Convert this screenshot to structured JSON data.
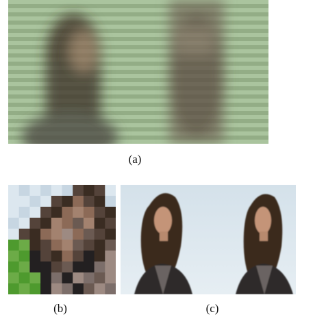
{
  "figure": {
    "captions": {
      "a": "(a)",
      "b": "(b)",
      "c": "(c)"
    }
  },
  "colors": {
    "panel_a_bg_light": "#a6bf99",
    "panel_a_bg_dark": "#93ad86",
    "hair_dark": "#3a2c22",
    "skin": "#8c6a57",
    "sky_light": "#dce7ef",
    "grass_green": "#4e9a2e"
  }
}
